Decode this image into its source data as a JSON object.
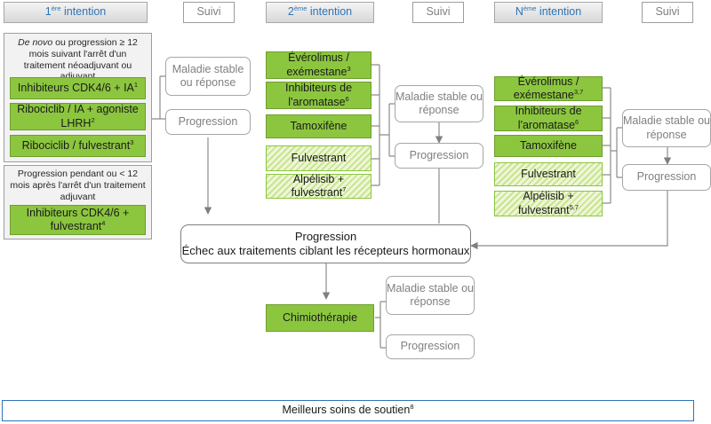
{
  "headers": {
    "first": {
      "base": "1",
      "sup": "ère",
      "rest": " intention"
    },
    "suivi1": "Suivi",
    "second": {
      "base": "2",
      "sup": "ème",
      "rest": " intention"
    },
    "suivi2": "Suivi",
    "nth": {
      "base": "N",
      "sup": "ème",
      "rest": " intention"
    },
    "suivi3": "Suivi"
  },
  "first_line": {
    "panel_a": {
      "intro_italic": "De novo",
      "intro_rest": " ou progression ≥ 12 mois suivant l'arrêt d'un traitement néoadjuvant ou adjuvant",
      "options": [
        {
          "text": "Inhibiteurs CDK4/6 + IA",
          "sup": "1"
        },
        {
          "text": "Ribociclib / IA + agoniste LHRH",
          "sup": "2"
        },
        {
          "text": "Ribociclib / fulvestrant",
          "sup": "3"
        }
      ]
    },
    "panel_b": {
      "intro": "Progression pendant ou < 12 mois après l'arrêt d'un traitement adjuvant",
      "options": [
        {
          "text": "Inhibiteurs CDK4/6 + fulvestrant",
          "sup": "4"
        }
      ]
    }
  },
  "followup": {
    "stable": "Maladie stable ou réponse",
    "progression": "Progression"
  },
  "second_line": {
    "options": [
      {
        "text": "Évérolimus / exémestane",
        "sup": "3"
      },
      {
        "text": "Inhibiteurs de l'aromatase",
        "sup": "6"
      },
      {
        "text": "Tamoxifène",
        "sup": ""
      },
      {
        "text": "Fulvestrant",
        "sup": ""
      },
      {
        "text": "Alpélisib + fulvestrant",
        "sup": "7"
      }
    ]
  },
  "nth_line": {
    "options": [
      {
        "text": "Évérolimus / exémestane",
        "sup": "3,7"
      },
      {
        "text": "Inhibiteurs de l'aromatase",
        "sup": "6"
      },
      {
        "text": "Tamoxifène",
        "sup": ""
      },
      {
        "text": "Fulvestrant",
        "sup": ""
      },
      {
        "text": "Alpélisib + fulvestrant",
        "sup": "5,7"
      }
    ]
  },
  "failure": {
    "line1": "Progression",
    "line2": "Échec aux traitements ciblant les récepteurs hormonaux"
  },
  "chemo": "Chimiothérapie",
  "best_support": {
    "text": "Meilleurs soins de soutien",
    "sup": "8"
  },
  "colors": {
    "header_text": "#2e74b5",
    "green_fill": "#8cc63f",
    "hatch_light": "#eef7d8",
    "hatch_dark": "#c9e48f",
    "gray_text": "#808080",
    "support_border": "#2e74b5"
  }
}
